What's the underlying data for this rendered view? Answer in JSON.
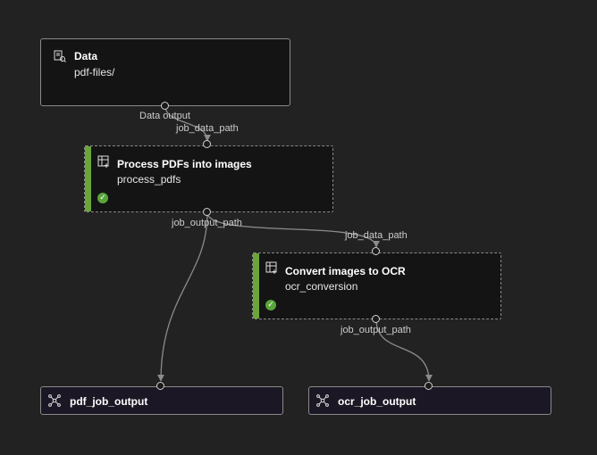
{
  "nodes": {
    "data": {
      "title": "Data",
      "subtitle": "pdf-files/",
      "icon": "dataset-icon",
      "output_port": "Data output"
    },
    "process_pdfs": {
      "title": "Process PDFs into images",
      "subtitle": "process_pdfs",
      "icon": "component-icon",
      "input_port": "job_data_path",
      "output_port": "job_output_path",
      "status": "completed"
    },
    "ocr_conversion": {
      "title": "Convert images to OCR",
      "subtitle": "ocr_conversion",
      "icon": "component-icon",
      "input_port": "job_data_path",
      "output_port": "job_output_path",
      "status": "completed"
    },
    "pdf_job_output": {
      "title": "pdf_job_output",
      "icon": "pipeline-output-icon"
    },
    "ocr_job_output": {
      "title": "ocr_job_output",
      "icon": "pipeline-output-icon"
    }
  },
  "colors": {
    "canvas": "#222222",
    "node_bg": "#141414",
    "output_node_bg": "#1c1724",
    "status_success": "#6ba539",
    "edge": "#8c8c8c"
  },
  "check_glyph": "✓"
}
